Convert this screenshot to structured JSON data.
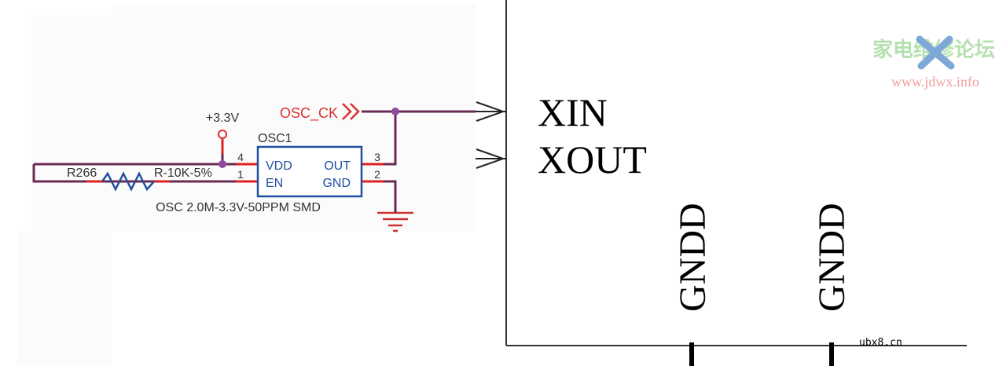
{
  "schematic": {
    "power": {
      "label": "+3.3V"
    },
    "net_label": {
      "label": "OSC_CK"
    },
    "resistor": {
      "ref": "R266",
      "value": "R-10K-5%"
    },
    "oscillator": {
      "ref": "OSC1",
      "pin_vdd": "VDD",
      "pin_en": "EN",
      "pin_out": "OUT",
      "pin_gnd": "GND",
      "pin_num_vdd": "4",
      "pin_num_en": "1",
      "pin_num_out": "3",
      "pin_num_gnd": "2",
      "description": "OSC 2.0M-3.3V-50PPM SMD"
    }
  },
  "chip": {
    "pin_xin": "XIN",
    "pin_xout": "XOUT",
    "gndd_1": "GNDD",
    "gndd_2": "GNDD"
  },
  "watermark": {
    "site_url": "www.jdwx.info",
    "corner_mark": "ubx8.cn"
  },
  "colors": {
    "wire": "#6b2a54",
    "pin_red": "#e02020",
    "component_blue": "#1f4fa0",
    "junction": "#8e4a9e",
    "label_red": "#d93030",
    "ground_red": "#cc3030"
  }
}
